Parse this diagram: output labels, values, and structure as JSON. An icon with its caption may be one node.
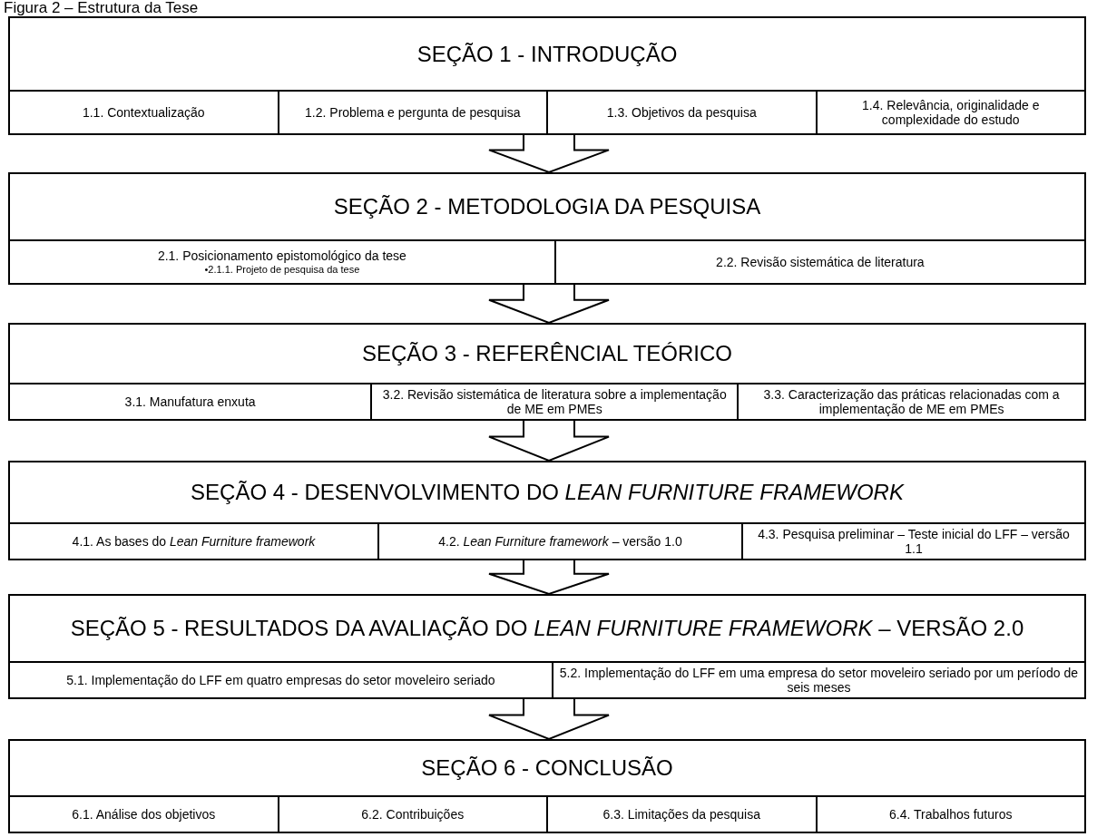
{
  "diagram": {
    "title": "Figura 2 – Estrutura da Tese",
    "nodes": [
      {
        "text": [
          "SEÇÃO 1 - INTRODUÇÃO"
        ]
      },
      {
        "text": [
          "1.1. Contextualização"
        ],
        "in": 0
      },
      {
        "text": [
          "1.2. Problema e pergunta de pesquisa"
        ],
        "in": 0
      },
      {
        "text": [
          "1.3. Objetivos da pesquisa"
        ],
        "in": 0
      },
      {
        "text": [
          "1.4. Relevância, originalidade e complexidade do estudo"
        ],
        "in": 0
      },
      {
        "text": [
          "SEÇÃO 2 - METODOLOGIA DA PESQUISA"
        ]
      },
      {
        "text": [
          "2.1. Posicionamento epistomológico da tese",
          "•2.1.1. Projeto de pesquisa da tese"
        ],
        "in": 5
      },
      {
        "text": [
          "2.2. Revisão sistemática de literatura"
        ],
        "in": 5
      },
      {
        "text": [
          "SEÇÃO 3 - REFERÊNCIAL TEÓRICO"
        ]
      },
      {
        "text": [
          "3.1. Manufatura enxuta"
        ],
        "in": 8
      },
      {
        "text": [
          "3.2. Revisão sistemática de literatura sobre a implementação de ME em PMEs"
        ],
        "in": 8
      },
      {
        "text": [
          "3.3. Caracterização das práticas relacionadas com a implementação de ME em PMEs"
        ],
        "in": 8
      },
      {
        "text": [
          "SEÇÃO 4 - DESENVOLVIMENTO DO *LEAN FURNITURE FRAMEWORK*"
        ]
      },
      {
        "text": [
          "4.1. As bases do *Lean Furniture framework*"
        ],
        "in": 12
      },
      {
        "text": [
          "4.2. *Lean Furniture framework* – versão 1.0"
        ],
        "in": 12
      },
      {
        "text": [
          "4.3. Pesquisa preliminar – Teste inicial do LFF – versão 1.1"
        ],
        "in": 12
      },
      {
        "text": [
          "SEÇÃO 5 - RESULTADOS DA AVALIAÇÃO DO *LEAN FURNITURE FRAMEWORK* – VERSÃO 2.0"
        ]
      },
      {
        "text": [
          "5.1. Implementação do LFF em quatro empresas do setor moveleiro seriado"
        ],
        "in": 16
      },
      {
        "text": [
          "5.2. Implementação do LFF em uma empresa do setor moveleiro seriado por um período de seis meses"
        ],
        "in": 16
      },
      {
        "text": [
          "SEÇÃO 6 - CONCLUSÃO"
        ]
      },
      {
        "text": [
          "6.1. Análise dos objetivos"
        ],
        "in": 19
      },
      {
        "text": [
          "6.2. Contribuições"
        ],
        "in": 19
      },
      {
        "text": [
          "6.3. Limitações da pesquisa"
        ],
        "in": 19
      },
      {
        "text": [
          "6.4. Trabalhos futuros"
        ],
        "in": 19
      }
    ],
    "edges": [
      {
        "from": 0,
        "to": 5,
        "arrow": "to"
      },
      {
        "from": 5,
        "to": 8,
        "arrow": "to"
      },
      {
        "from": 8,
        "to": 12,
        "arrow": "to"
      },
      {
        "from": 12,
        "to": 16,
        "arrow": "to"
      },
      {
        "from": 16,
        "to": 19,
        "arrow": "to"
      }
    ]
  }
}
